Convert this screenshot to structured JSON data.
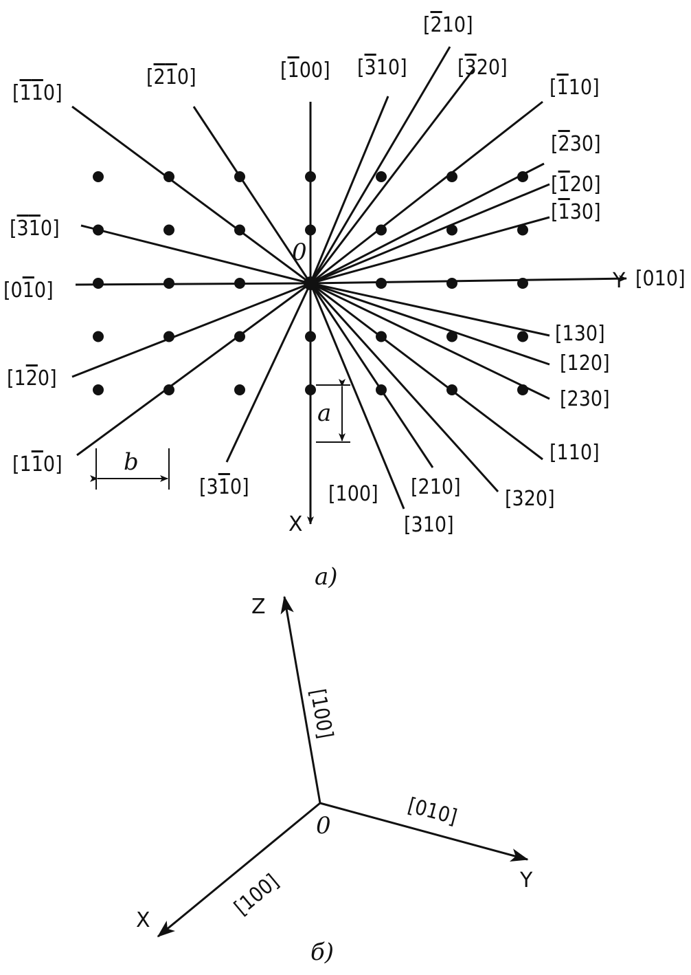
{
  "figure_a": {
    "origin_label": "0",
    "x_axis_label": "X",
    "y_axis_label": "Y",
    "dimension_a": "a",
    "dimension_b": "b",
    "caption": "a)",
    "directions": [
      {
        "h": "1",
        "hbar": true,
        "k": "1",
        "kbar": true,
        "l": "0"
      },
      {
        "h": "2",
        "hbar": true,
        "k": "1",
        "kbar": true,
        "l": "0"
      },
      {
        "h": "1",
        "hbar": true,
        "k": "0",
        "kbar": false,
        "l": "0"
      },
      {
        "h": "3",
        "hbar": true,
        "k": "1",
        "kbar": false,
        "l": "0"
      },
      {
        "h": "2",
        "hbar": true,
        "k": "1",
        "kbar": false,
        "l": "0"
      },
      {
        "h": "3",
        "hbar": true,
        "k": "2",
        "kbar": false,
        "l": "0"
      },
      {
        "h": "1",
        "hbar": true,
        "k": "1",
        "kbar": false,
        "l": "0"
      },
      {
        "h": "2",
        "hbar": true,
        "k": "3",
        "kbar": false,
        "l": "0"
      },
      {
        "h": "1",
        "hbar": true,
        "k": "2",
        "kbar": false,
        "l": "0"
      },
      {
        "h": "1",
        "hbar": true,
        "k": "3",
        "kbar": false,
        "l": "0"
      },
      {
        "h": "0",
        "hbar": false,
        "k": "1",
        "kbar": false,
        "l": "0"
      },
      {
        "h": "1",
        "hbar": false,
        "k": "3",
        "kbar": false,
        "l": "0"
      },
      {
        "h": "1",
        "hbar": false,
        "k": "2",
        "kbar": false,
        "l": "0"
      },
      {
        "h": "2",
        "hbar": false,
        "k": "3",
        "kbar": false,
        "l": "0"
      },
      {
        "h": "1",
        "hbar": false,
        "k": "1",
        "kbar": false,
        "l": "0"
      },
      {
        "h": "3",
        "hbar": false,
        "k": "2",
        "kbar": false,
        "l": "0"
      },
      {
        "h": "2",
        "hbar": false,
        "k": "1",
        "kbar": false,
        "l": "0"
      },
      {
        "h": "3",
        "hbar": false,
        "k": "1",
        "kbar": false,
        "l": "0"
      },
      {
        "h": "1",
        "hbar": false,
        "k": "0",
        "kbar": false,
        "l": "0"
      },
      {
        "h": "3",
        "hbar": false,
        "k": "1",
        "kbar": true,
        "l": "0"
      },
      {
        "h": "1",
        "hbar": false,
        "k": "1",
        "kbar": true,
        "l": "0"
      },
      {
        "h": "1",
        "hbar": false,
        "k": "2",
        "kbar": true,
        "l": "0"
      },
      {
        "h": "0",
        "hbar": false,
        "k": "1",
        "kbar": true,
        "l": "0"
      },
      {
        "h": "3",
        "hbar": true,
        "k": "1",
        "kbar": true,
        "l": "0"
      }
    ]
  },
  "figure_b": {
    "origin_label": "0",
    "x_axis_label": "X",
    "y_axis_label": "Y",
    "z_axis_label": "Z",
    "x_direction": "[100]",
    "y_direction": "[010]",
    "z_direction": "[100]",
    "caption": "б)"
  }
}
